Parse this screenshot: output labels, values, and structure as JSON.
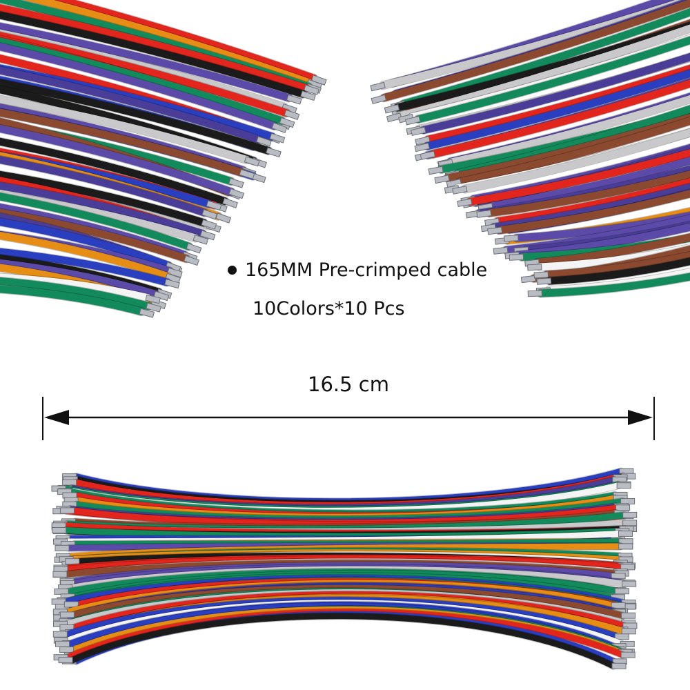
{
  "product": {
    "feature_line": "165MM Pre-crimped cable",
    "quantity_line": "10Colors*10 Pcs",
    "dimension_label": "16.5 cm"
  },
  "wire_colors": [
    "#4a3d98",
    "#c9c9cb",
    "#e3261d",
    "#8b4a30",
    "#1b1b1b",
    "#f4f4f4",
    "#2a3fbf",
    "#128a5c",
    "#e58d14",
    "#5b4aa8"
  ]
}
